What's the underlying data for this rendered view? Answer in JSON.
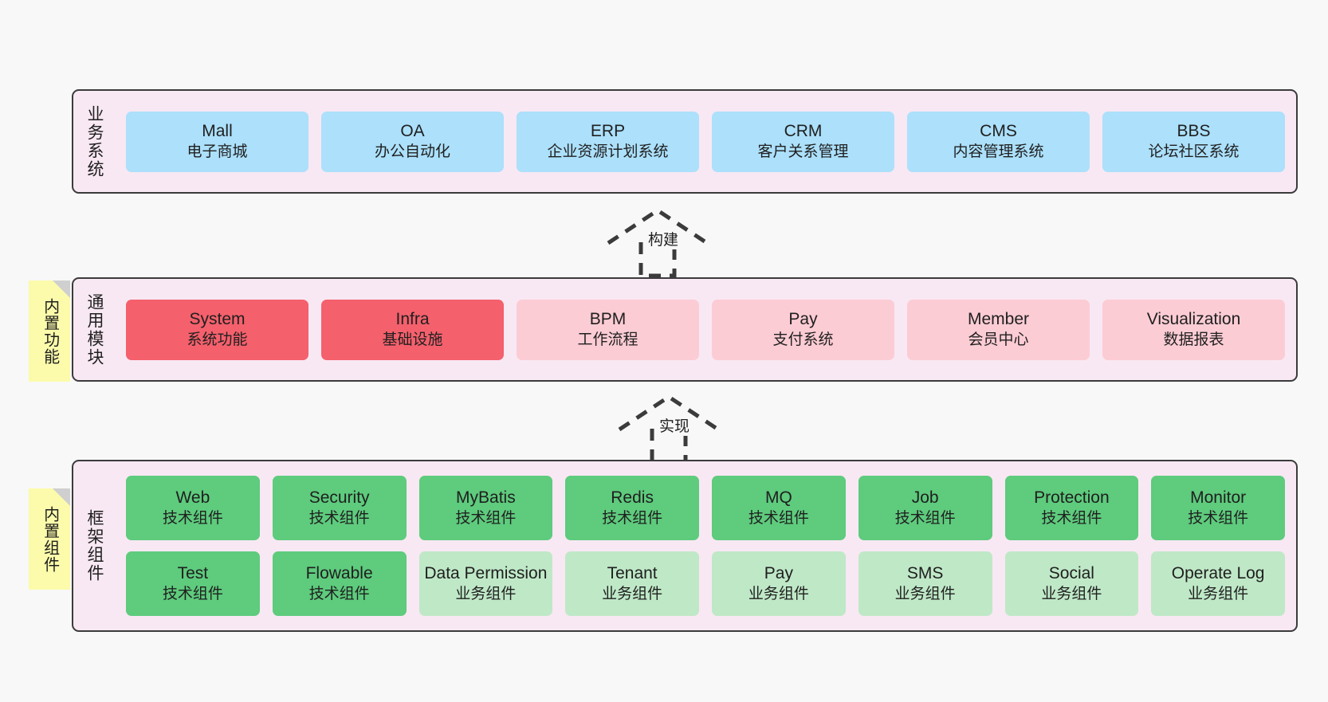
{
  "layers": [
    {
      "id": "business-systems",
      "label": "业务系统",
      "rows": [
        [
          {
            "title": "Mall",
            "subtitle": "电子商城",
            "color": "blue"
          },
          {
            "title": "OA",
            "subtitle": "办公自动化",
            "color": "blue"
          },
          {
            "title": "ERP",
            "subtitle": "企业资源计划系统",
            "color": "blue"
          },
          {
            "title": "CRM",
            "subtitle": "客户关系管理",
            "color": "blue"
          },
          {
            "title": "CMS",
            "subtitle": "内容管理系统",
            "color": "blue"
          },
          {
            "title": "BBS",
            "subtitle": "论坛社区系统",
            "color": "blue"
          }
        ]
      ]
    },
    {
      "id": "common-modules",
      "label": "通用模块",
      "note": "内置功能",
      "rows": [
        [
          {
            "title": "System",
            "subtitle": "系统功能",
            "color": "red"
          },
          {
            "title": "Infra",
            "subtitle": "基础设施",
            "color": "red"
          },
          {
            "title": "BPM",
            "subtitle": "工作流程",
            "color": "pink"
          },
          {
            "title": "Pay",
            "subtitle": "支付系统",
            "color": "pink"
          },
          {
            "title": "Member",
            "subtitle": "会员中心",
            "color": "pink"
          },
          {
            "title": "Visualization",
            "subtitle": "数据报表",
            "color": "pink"
          }
        ]
      ]
    },
    {
      "id": "framework-components",
      "label": "框架组件",
      "note": "内置组件",
      "rows": [
        [
          {
            "title": "Web",
            "subtitle": "技术组件",
            "color": "green"
          },
          {
            "title": "Security",
            "subtitle": "技术组件",
            "color": "green"
          },
          {
            "title": "MyBatis",
            "subtitle": "技术组件",
            "color": "green"
          },
          {
            "title": "Redis",
            "subtitle": "技术组件",
            "color": "green"
          },
          {
            "title": "MQ",
            "subtitle": "技术组件",
            "color": "green"
          },
          {
            "title": "Job",
            "subtitle": "技术组件",
            "color": "green"
          },
          {
            "title": "Protection",
            "subtitle": "技术组件",
            "color": "green"
          },
          {
            "title": "Monitor",
            "subtitle": "技术组件",
            "color": "green"
          }
        ],
        [
          {
            "title": "Test",
            "subtitle": "技术组件",
            "color": "green"
          },
          {
            "title": "Flowable",
            "subtitle": "技术组件",
            "color": "green"
          },
          {
            "title": "Data Permission",
            "subtitle": "业务组件",
            "color": "lightgreen"
          },
          {
            "title": "Tenant",
            "subtitle": "业务组件",
            "color": "lightgreen"
          },
          {
            "title": "Pay",
            "subtitle": "业务组件",
            "color": "lightgreen"
          },
          {
            "title": "SMS",
            "subtitle": "业务组件",
            "color": "lightgreen"
          },
          {
            "title": "Social",
            "subtitle": "业务组件",
            "color": "lightgreen"
          },
          {
            "title": "Operate Log",
            "subtitle": "业务组件",
            "color": "lightgreen"
          }
        ]
      ]
    }
  ],
  "connectors": [
    {
      "id": "connector-build",
      "label": "构建"
    },
    {
      "id": "connector-implement",
      "label": "实现"
    }
  ],
  "colors": {
    "panel_bg": "#f8e8f3",
    "panel_border": "#3b3b3b",
    "blue": "#ace0fb",
    "red": "#f4606c",
    "pink": "#fcccd4",
    "green": "#5ecb7d",
    "lightgreen": "#bfe8c7",
    "note_bg": "#fbfbab",
    "canvas_bg": "#f8f8f8"
  }
}
